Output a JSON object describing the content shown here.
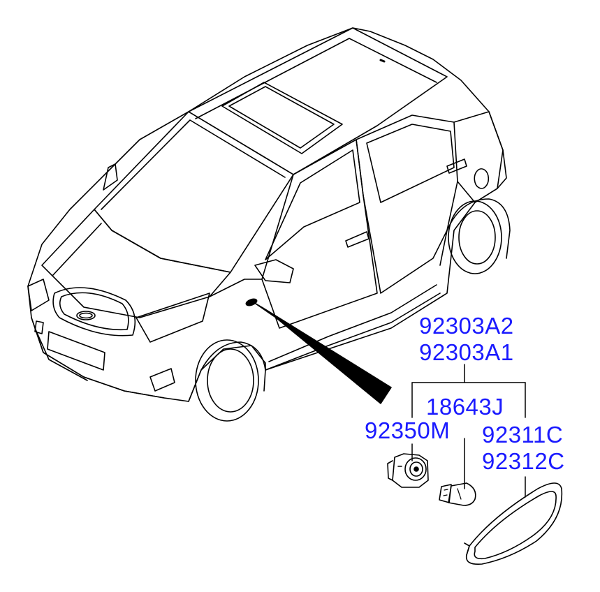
{
  "diagram": {
    "colors": {
      "label": "#1a1aff",
      "line": "#000000",
      "background": "#ffffff"
    },
    "part_numbers": {
      "housing_upper": "92303A2",
      "housing_lower": "92303A1",
      "bulb": "18643J",
      "socket": "92350M",
      "lens_left": "92311C",
      "lens_right": "92312C"
    }
  }
}
